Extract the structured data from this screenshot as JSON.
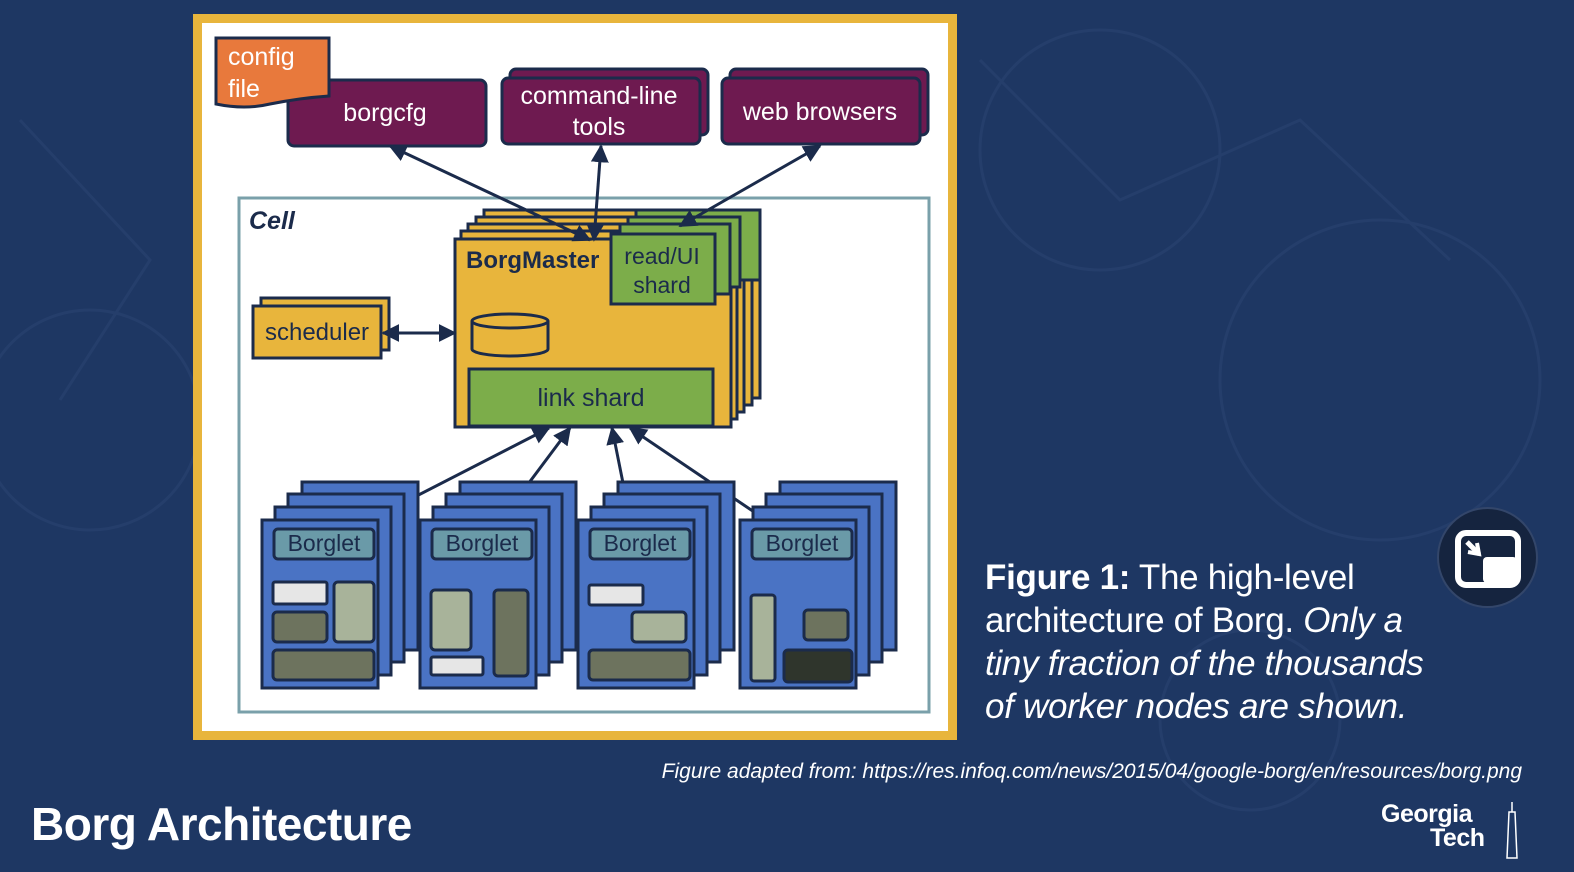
{
  "slide": {
    "title": "Borg Architecture",
    "source_note": "Figure adapted from: https://res.infoq.com/news/2015/04/google-borg/en/resources/borg.png"
  },
  "caption": {
    "label": "Figure 1:",
    "text": " The high-level architecture of Borg. ",
    "italic_text": "Only a tiny fraction of the thousands of worker nodes are shown."
  },
  "logo": {
    "line1": "Georgia",
    "line2": "Tech"
  },
  "pip_button": {
    "icon": "picture-in-picture-exit-icon"
  },
  "diagram": {
    "config_file": {
      "line1": "config",
      "line2": "file"
    },
    "clients": {
      "borgcfg": "borgcfg",
      "cli_line1": "command-line",
      "cli_line2": "tools",
      "web": "web browsers"
    },
    "cell_label": "Cell",
    "borgmaster": "BorgMaster",
    "read_ui_line1": "read/UI",
    "read_ui_line2": "shard",
    "scheduler": "scheduler",
    "link_shard": "link shard",
    "borglet": "Borglet",
    "colors": {
      "frame": "#e8b53c",
      "client": "#6e1a50",
      "config": "#e8793c",
      "master": "#e8b53c",
      "shard": "#7cad4a",
      "borglet": "#4a73c4",
      "background": "#1e3763"
    }
  }
}
